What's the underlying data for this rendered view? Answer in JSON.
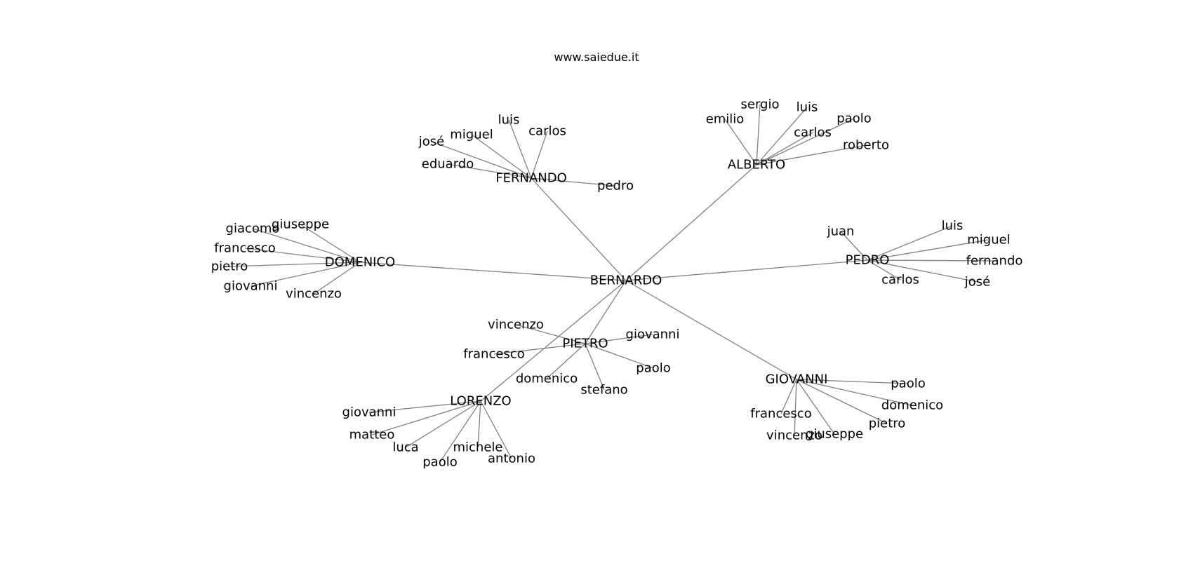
{
  "site_title": "www.saiedue.it",
  "colors": {
    "edge": "#808080",
    "text": "#000000",
    "background": "#ffffff"
  },
  "graph": {
    "root": "BERNARDO",
    "groups": [
      {
        "name": "FERNANDO",
        "children": [
          "luis",
          "miguel",
          "carlos",
          "josé",
          "eduardo",
          "pedro"
        ]
      },
      {
        "name": "ALBERTO",
        "children": [
          "sergio",
          "luis",
          "emilio",
          "paolo",
          "carlos",
          "roberto"
        ]
      },
      {
        "name": "DOMENICO",
        "children": [
          "giuseppe",
          "giacomo",
          "francesco",
          "pietro",
          "giovanni",
          "vincenzo"
        ]
      },
      {
        "name": "PEDRO",
        "children": [
          "juan",
          "luis",
          "miguel",
          "fernando",
          "josé",
          "carlos"
        ]
      },
      {
        "name": "PIETRO",
        "children": [
          "vincenzo",
          "giovanni",
          "francesco",
          "paolo",
          "domenico",
          "stefano"
        ]
      },
      {
        "name": "LORENZO",
        "children": [
          "giovanni",
          "matteo",
          "luca",
          "michele",
          "paolo",
          "antonio"
        ]
      },
      {
        "name": "GIOVANNI",
        "children": [
          "paolo",
          "domenico",
          "francesco",
          "pietro",
          "vincenzo",
          "giuseppe"
        ]
      }
    ]
  }
}
